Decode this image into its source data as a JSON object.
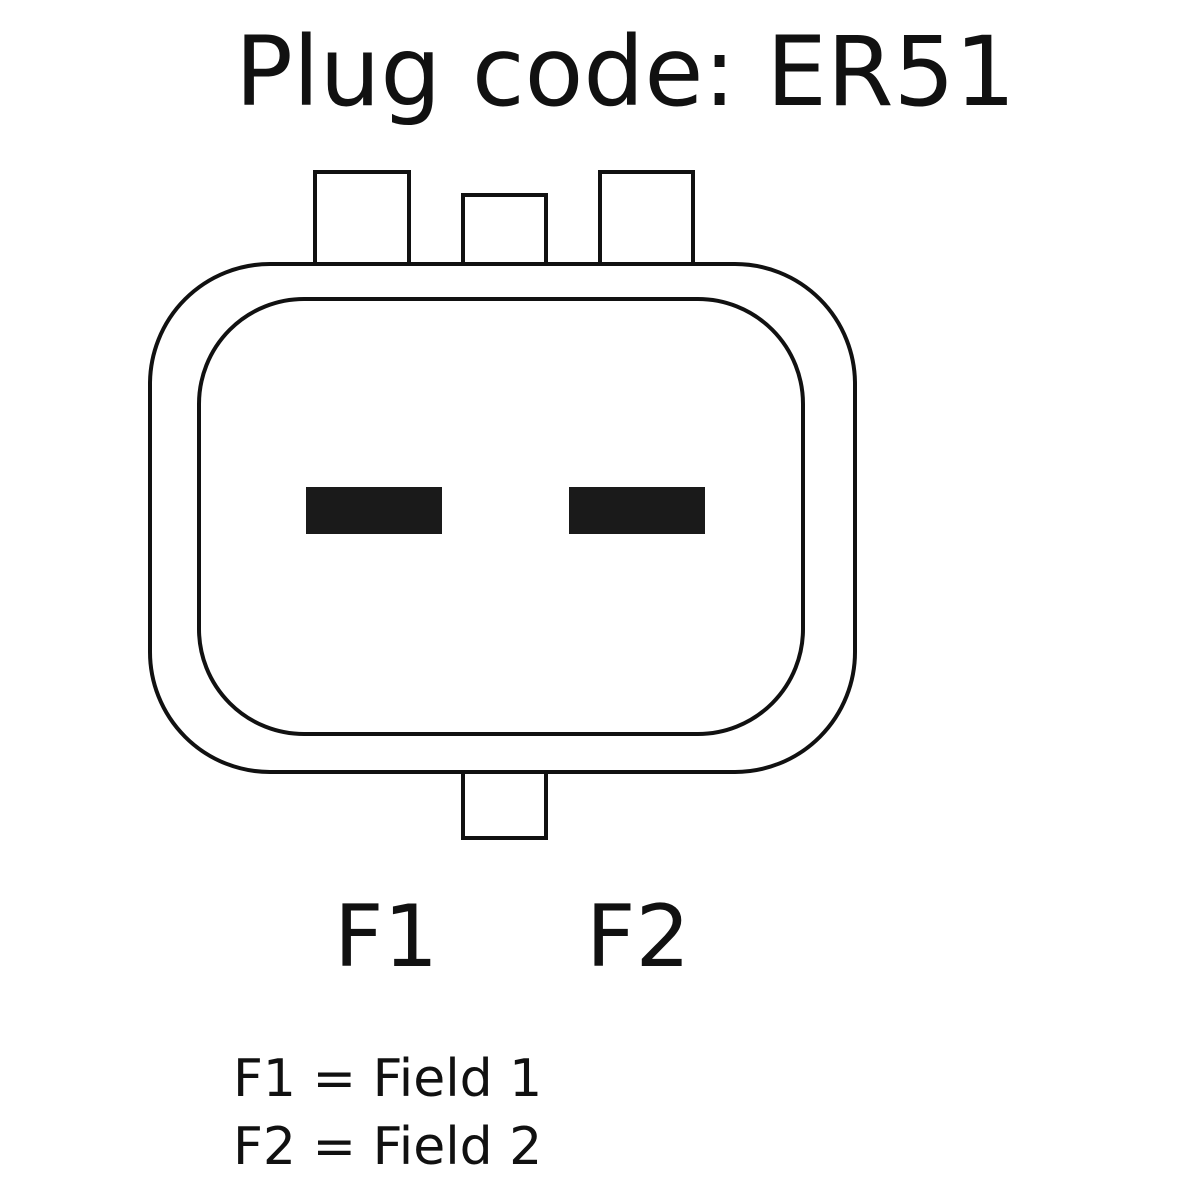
{
  "title": "Plug code: ER51",
  "pins": [
    {
      "label": "F1"
    },
    {
      "label": "F2"
    }
  ],
  "legend": [
    {
      "text": "F1 = Field 1"
    },
    {
      "text": "F2 = Field 2"
    }
  ],
  "colors": {
    "stroke": "#111111",
    "background": "#ffffff",
    "terminal": "#1a1a1a"
  }
}
